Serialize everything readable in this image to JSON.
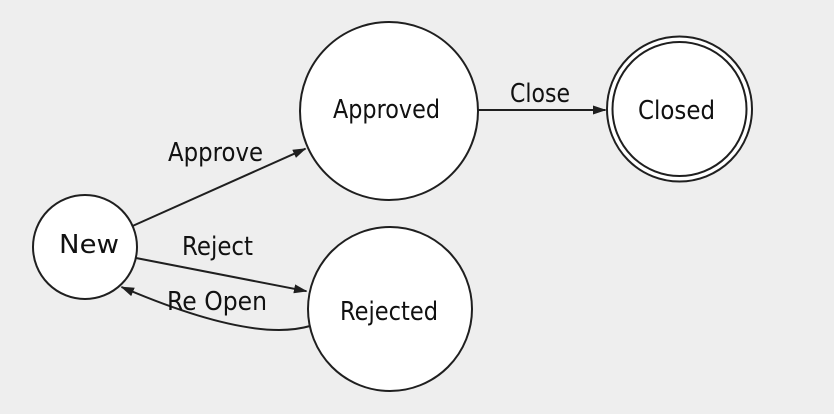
{
  "diagram": {
    "kind": "state-machine",
    "colors": {
      "background": "#eeeeee",
      "node_fill": "#ffffff",
      "line": "#1f1f1f",
      "text": "#111111"
    },
    "states": [
      {
        "id": "new",
        "label": "New",
        "shape": "circle"
      },
      {
        "id": "approved",
        "label": "Approved",
        "shape": "circle"
      },
      {
        "id": "rejected",
        "label": "Rejected",
        "shape": "circle"
      },
      {
        "id": "closed",
        "label": "Closed",
        "shape": "double-circle",
        "is_final": true
      }
    ],
    "transitions": [
      {
        "from": "New",
        "to": "Approved",
        "label": "Approve"
      },
      {
        "from": "Approved",
        "to": "Closed",
        "label": "Close"
      },
      {
        "from": "New",
        "to": "Rejected",
        "label": "Reject"
      },
      {
        "from": "Rejected",
        "to": "New",
        "label": "Re Open"
      }
    ]
  }
}
